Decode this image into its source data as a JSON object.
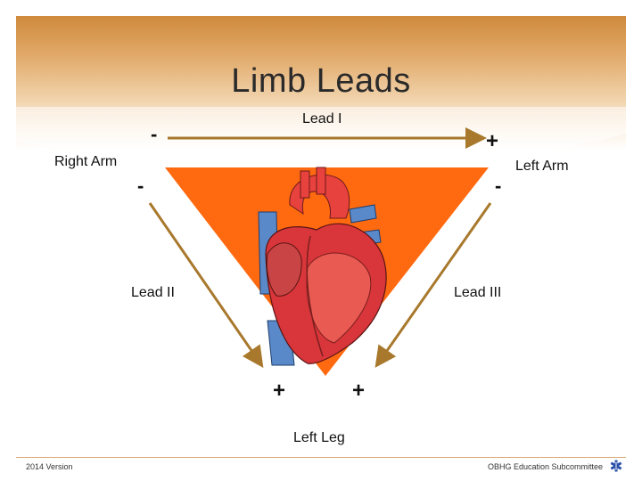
{
  "slide": {
    "title": "Limb Leads",
    "footer_left": "2014 Version",
    "footer_right": "OBHG Education Subcommittee"
  },
  "diagram": {
    "lead_i": "Lead I",
    "lead_ii": "Lead II",
    "lead_iii": "Lead III",
    "right_arm": "Right Arm",
    "left_arm": "Left Arm",
    "left_leg": "Left Leg",
    "minus": "-",
    "plus": "+"
  },
  "colors": {
    "triangle": "#ff6a10",
    "arrow": "#a8782c",
    "header_top": "#cf8a3c"
  }
}
